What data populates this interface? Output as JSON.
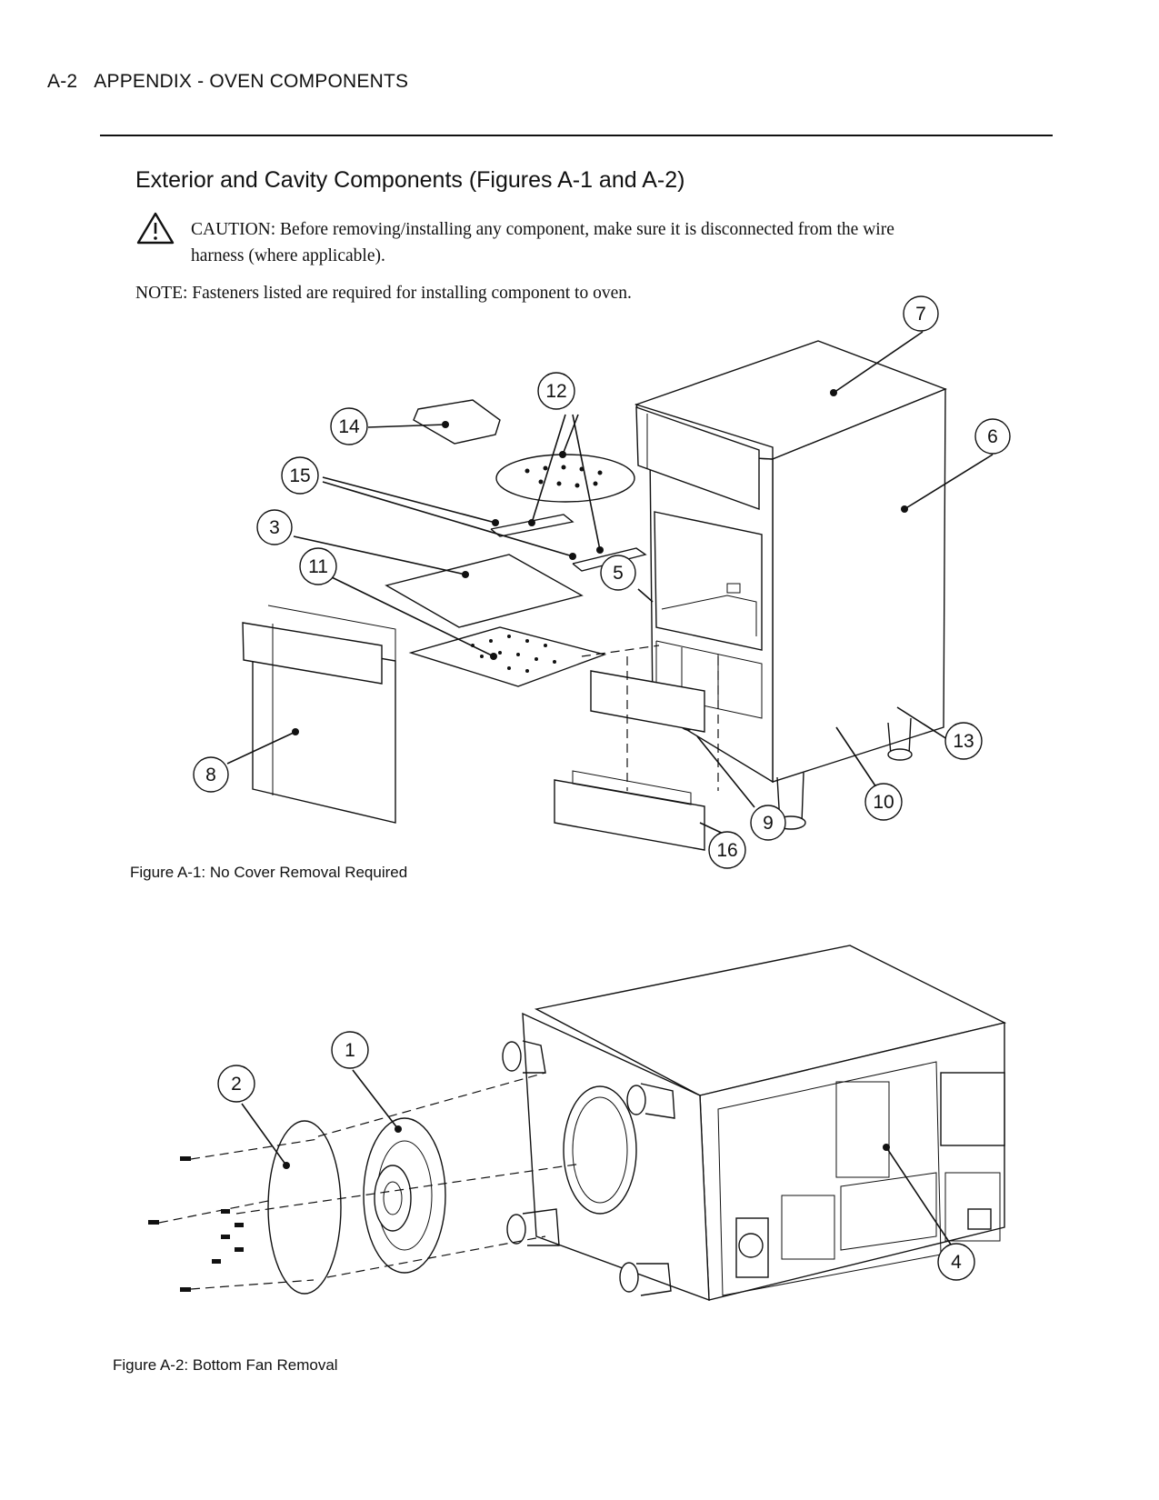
{
  "header": {
    "page_number": "A-2",
    "section": "APPENDIX - OVEN COMPONENTS"
  },
  "section_title": "Exterior and Cavity Components (Figures A-1 and A-2)",
  "caution": {
    "icon": "warning-triangle-icon",
    "line1": "CAUTION: Before removing/installing any component, make sure it is disconnected from the wire",
    "line2": "harness (where applicable)."
  },
  "note": "NOTE: Fasteners listed are required for installing component to oven.",
  "figure1": {
    "caption": "Figure A-1: No Cover Removal Required",
    "callouts": {
      "c3": "3",
      "c5": "5",
      "c6": "6",
      "c7": "7",
      "c8": "8",
      "c9": "9",
      "c10": "10",
      "c11": "11",
      "c12": "12",
      "c13": "13",
      "c14": "14",
      "c15": "15",
      "c16": "16"
    }
  },
  "figure2": {
    "caption": "Figure A-2: Bottom Fan Removal",
    "callouts": {
      "c1": "1",
      "c2": "2",
      "c4": "4"
    }
  }
}
